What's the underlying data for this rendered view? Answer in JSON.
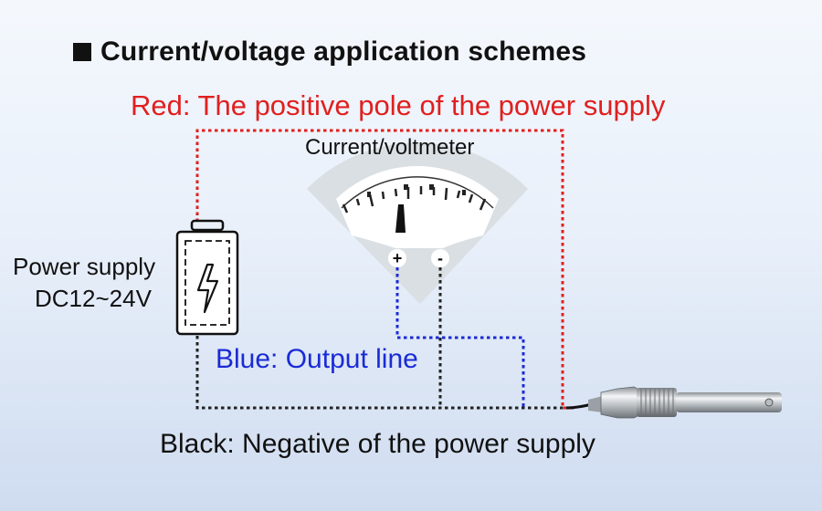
{
  "title": "Current/voltage application schemes",
  "labels": {
    "red_wire": "Red: The positive pole of the power supply",
    "meter": "Current/voltmeter",
    "power_supply_line1": "Power supply",
    "power_supply_line2": "DC12~24V",
    "blue_wire": "Blue: Output line",
    "black_wire": "Black: Negative of the power supply"
  },
  "meter_terminals": {
    "positive": "+",
    "negative": "-"
  },
  "colors": {
    "red_wire": "#e0201f",
    "blue_wire": "#1a2bd6",
    "black_wire": "#222222",
    "meter_body": "#d9dfe3"
  },
  "icons": [
    "battery-icon",
    "lightning-icon",
    "meter-needle-icon",
    "sensor-probe-icon"
  ]
}
